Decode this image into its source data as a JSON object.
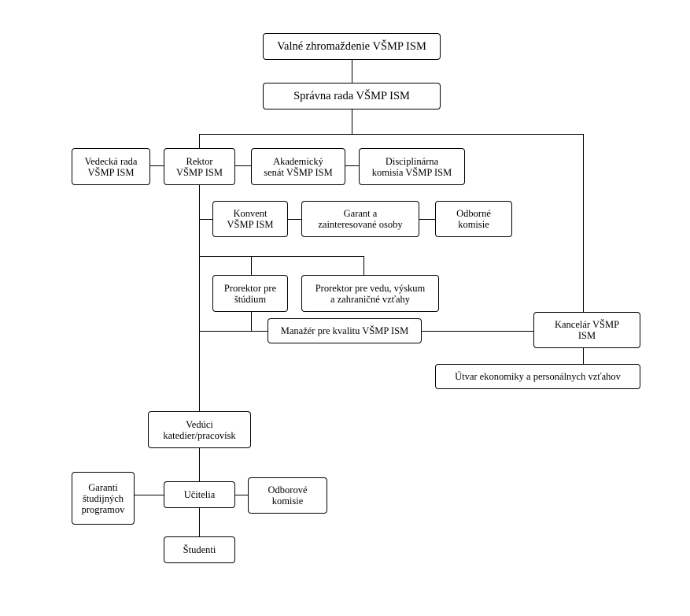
{
  "nodes": {
    "valne_zhromazdenie": "Valné zhromaždenie VŠMP ISM",
    "spravna_rada": "Správna rada VŠMP ISM",
    "vedecka_rada": "Vedecká rada\nVŠMP ISM",
    "rektor": "Rektor\nVŠMP ISM",
    "akademicky_senat": "Akademický\nsenát VŠMP ISM",
    "disciplinarna_komisia": "Disciplinárna\nkomisia VŠMP ISM",
    "konvent": "Konvent\nVŠMP ISM",
    "garant_osoby": "Garant a\nzainteresované osoby",
    "odborne_komisie": "Odborné\nkomisie",
    "prorektor_studium": "Prorektor pre\nštúdium",
    "prorektor_veda": "Prorektor pre vedu, výskum\na zahraničné vzťahy",
    "manazer_kvalita": "Manažér pre kvalitu VŠMP ISM",
    "kancelaria": "Kancelár VŠMP\nISM",
    "utvar_ekonomiky": "Útvar ekonomiky a personálnych vzťahov",
    "veduci_katedier": "Vedúci\nkatedier/pracovísk",
    "garanti_programov": "Garanti\nštudijných\nprogramov",
    "ucitelia": "Učitelia",
    "odborove_komisie": "Odborové\nkomisie",
    "studenti": "Študenti"
  }
}
